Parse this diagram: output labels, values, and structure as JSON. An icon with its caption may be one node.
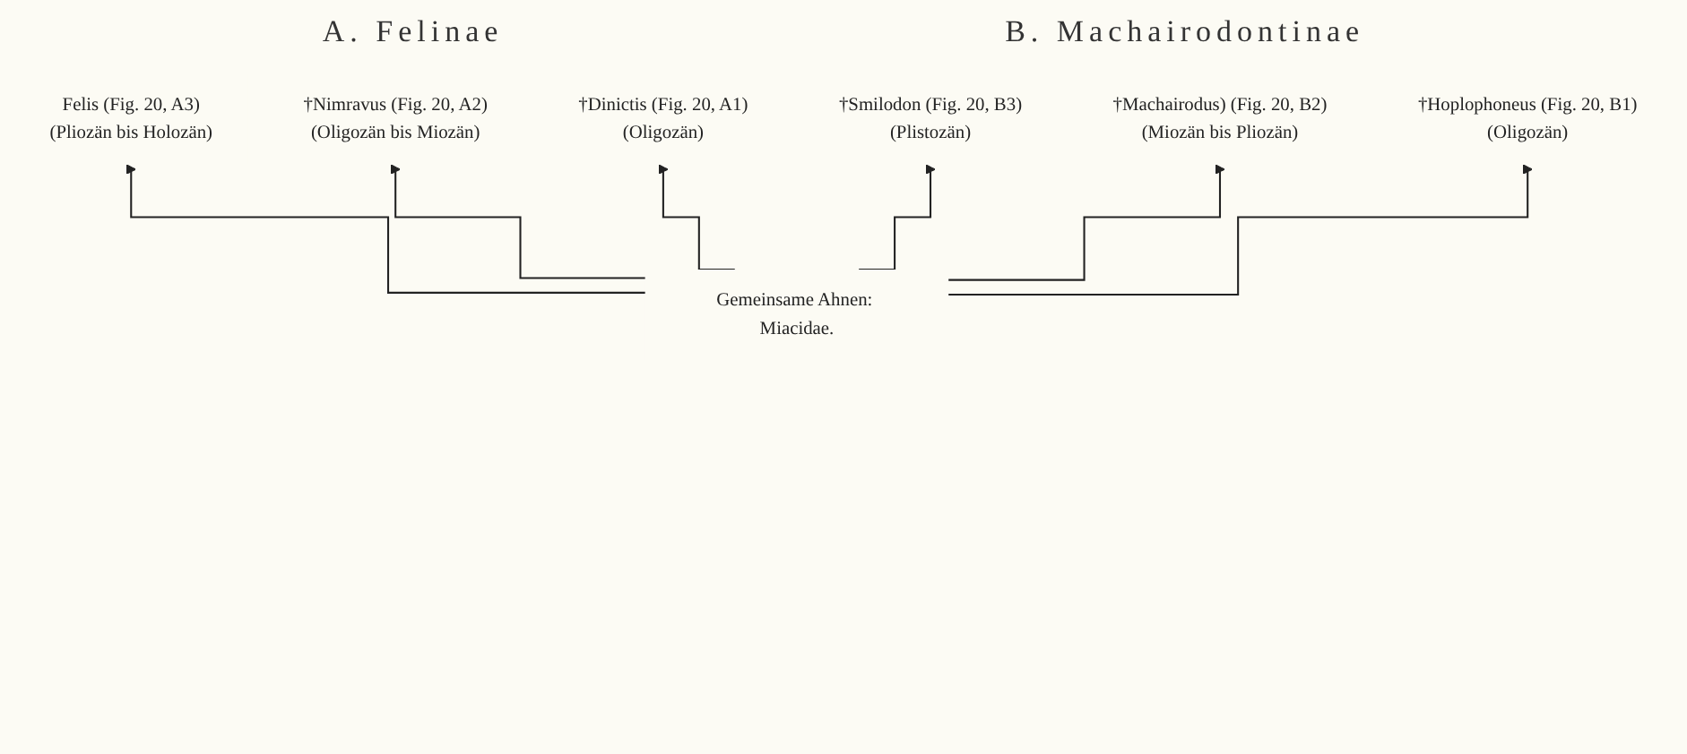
{
  "diagram": {
    "nodes": [
      {
        "text": [
          "Felis (Fig. 20, A3)",
          "(Pliozän bis Holozän)"
        ]
      },
      {
        "text": [
          "†Nimravus (Fig. 20, A2)",
          "(Oligozän bis Miozän)"
        ]
      },
      {
        "text": [
          "†Dinictis (Fig. 20, A1)",
          "(Oligozän)"
        ]
      },
      {
        "text": [
          "†Smilodon (Fig. 20, B3)",
          "(Plistozän)"
        ]
      },
      {
        "text": [
          "†Machairodus) (Fig. 20, B2)",
          "(Miozän bis Pliozän)"
        ]
      },
      {
        "text": [
          "†Hoplophoneus (Fig. 20, B1)",
          "(Oligozän)"
        ]
      },
      {
        "text": [
          "Gemeinsame Ahnen: Miacidae."
        ]
      }
    ],
    "edges": [
      {
        "from": 6,
        "to": 0,
        "arrow": "to"
      },
      {
        "from": 6,
        "to": 1,
        "arrow": "to"
      },
      {
        "from": 6,
        "to": 2,
        "arrow": "to"
      },
      {
        "from": 6,
        "to": 3,
        "arrow": "to"
      },
      {
        "from": 6,
        "to": 4,
        "arrow": "to"
      },
      {
        "from": 6,
        "to": 5,
        "arrow": "to"
      }
    ],
    "labels": [
      "A. Felinae",
      "B. Machairodontinae"
    ]
  }
}
